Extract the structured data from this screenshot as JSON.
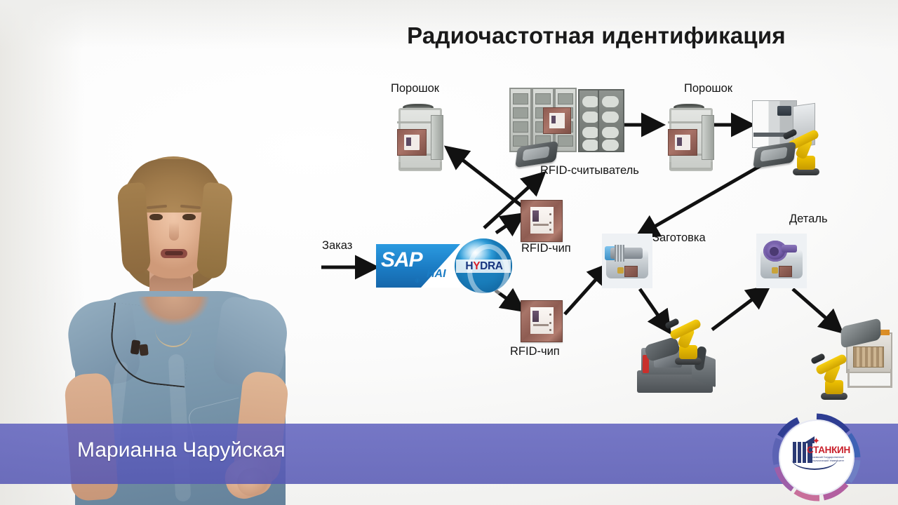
{
  "slide": {
    "title": "Радиочастотная идентификация",
    "background_color": "#ffffff"
  },
  "diagram": {
    "labels": {
      "order": "Заказ",
      "powder_left": "Порошок",
      "powder_right": "Порошок",
      "rfid_reader": "RFID-считыватель",
      "rfid_chip_top": "RFID-чип",
      "rfid_chip_bottom": "RFID-чип",
      "blank": "Заготовка",
      "part": "Деталь"
    },
    "nodes": [
      {
        "name": "powder-container-left",
        "label": "Порошок"
      },
      {
        "name": "storage-racks",
        "label": ""
      },
      {
        "name": "rfid-reader-device",
        "label": "RFID-считыватель"
      },
      {
        "name": "powder-container-right",
        "label": "Порошок"
      },
      {
        "name": "additive-printer",
        "label": ""
      },
      {
        "name": "rfid-chip-upper",
        "label": "RFID-чип"
      },
      {
        "name": "rfid-chip-lower",
        "label": "RFID-чип"
      },
      {
        "name": "sap-system",
        "label": "SAP"
      },
      {
        "name": "hydra-system",
        "label": "HYDRA"
      },
      {
        "name": "blank-tray",
        "label": "Заготовка"
      },
      {
        "name": "part-tray",
        "label": "Деталь"
      },
      {
        "name": "cnc-machine",
        "label": ""
      },
      {
        "name": "furnace-station",
        "label": ""
      }
    ],
    "arrow_color": "#111111"
  },
  "logos": {
    "sap": {
      "word": "SAP",
      "suffix": "HAI",
      "registered": "®",
      "color": "#1b7cc4"
    },
    "hydra": {
      "text_left": "H",
      "text_y": "Y",
      "text_right": "DRA",
      "full": "HYDRA",
      "accent": "#d9202a",
      "color": "#17347e"
    },
    "stankin": {
      "name": "СТАНКИН",
      "subtitle": "Московский Государственный Технологический Университет",
      "accent": "#c9202b"
    }
  },
  "lower_third": {
    "name": "Марианна Чаруйская",
    "bar_color": "#6062be"
  },
  "presenter": {
    "name": "Марианна Чаруйская",
    "dress_color": "#7e9bb0"
  }
}
